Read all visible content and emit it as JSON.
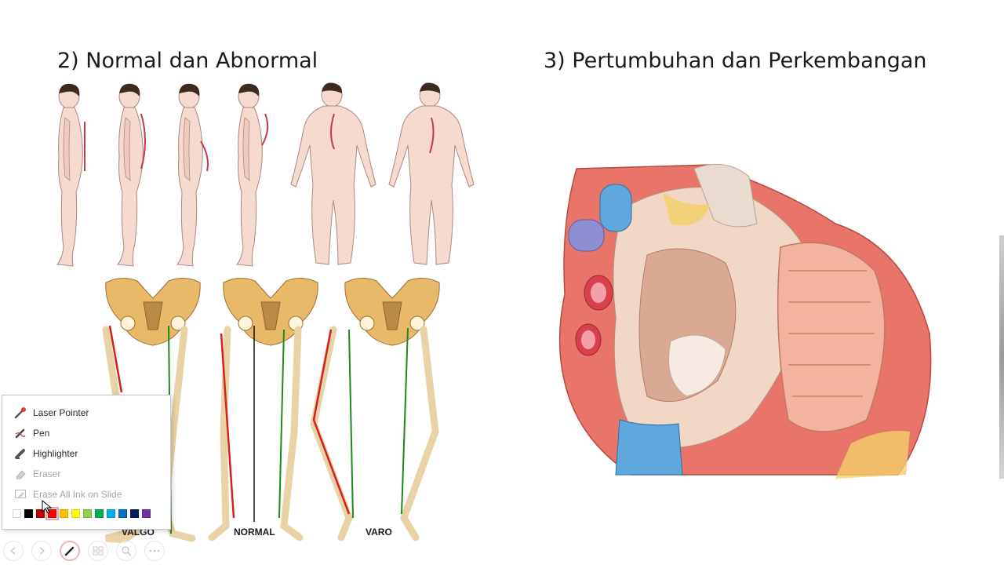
{
  "slide": {
    "title_left": "2) Normal dan Abnormal",
    "title_right": "3) Pertumbuhan dan Perkembangan",
    "leg_captions": [
      "VALGO",
      "NORMAL",
      "VARO"
    ]
  },
  "ink_menu": {
    "items": [
      {
        "label": "Laser Pointer",
        "icon": "laser-pointer-icon",
        "enabled": true
      },
      {
        "label": "Pen",
        "icon": "pen-icon",
        "enabled": true
      },
      {
        "label": "Highlighter",
        "icon": "highlighter-icon",
        "enabled": true
      },
      {
        "label": "Eraser",
        "icon": "eraser-icon",
        "enabled": false
      },
      {
        "label": "Erase All Ink on Slide",
        "icon": "erase-all-icon",
        "enabled": false
      }
    ],
    "colors": [
      "#ffffff",
      "#000000",
      "#c00000",
      "#ff0000",
      "#ffc000",
      "#ffff00",
      "#92d050",
      "#00b050",
      "#00b0f0",
      "#0070c0",
      "#002060",
      "#7030a0"
    ],
    "selected_color": "#ff0000"
  },
  "toolbar": {
    "buttons": [
      "previous-icon",
      "next-icon",
      "pen-icon",
      "all-slides-icon",
      "zoom-icon",
      "more-options-icon"
    ],
    "active": "pen-icon"
  }
}
